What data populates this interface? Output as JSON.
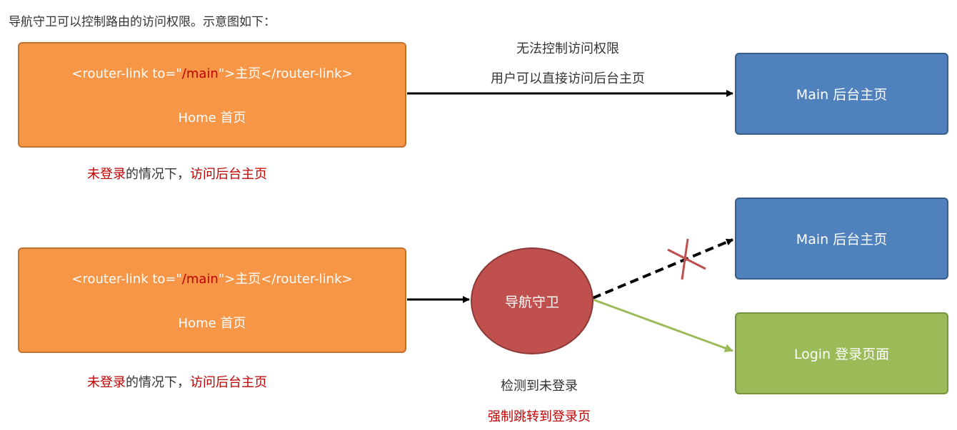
{
  "intro": "导航守卫可以控制路由的访问权限。示意图如下：",
  "top_row": {
    "home_box": {
      "code_prefix": "<router-link to=\"",
      "code_path": "/main",
      "code_suffix": "\">主页</router-link>",
      "title": "Home 首页"
    },
    "caption": {
      "part1": "未登录",
      "part2": "的情况下，",
      "part3": "访问后台主页"
    },
    "arrow_labels": [
      "无法控制访问权限",
      "用户可以直接访问后台主页"
    ],
    "target_box": "Main 后台主页"
  },
  "bottom_row": {
    "home_box": {
      "code_prefix": "<router-link to=\"",
      "code_path": "/main",
      "code_suffix": "\">主页</router-link>",
      "title": "Home 首页"
    },
    "caption": {
      "part1": "未登录",
      "part2": "的情况下，",
      "part3": "访问后台主页"
    },
    "guard": "导航守卫",
    "guard_caption": "检测到未登录",
    "guard_caption_red": "强制跳转到登录页",
    "main_box": "Main 后台主页",
    "login_box": "Login 登录页面"
  },
  "colors": {
    "orange": "#f79646",
    "blue": "#4f81bd",
    "green": "#9bbb59",
    "guard_red": "#c0504d",
    "text_red": "#c00000"
  }
}
